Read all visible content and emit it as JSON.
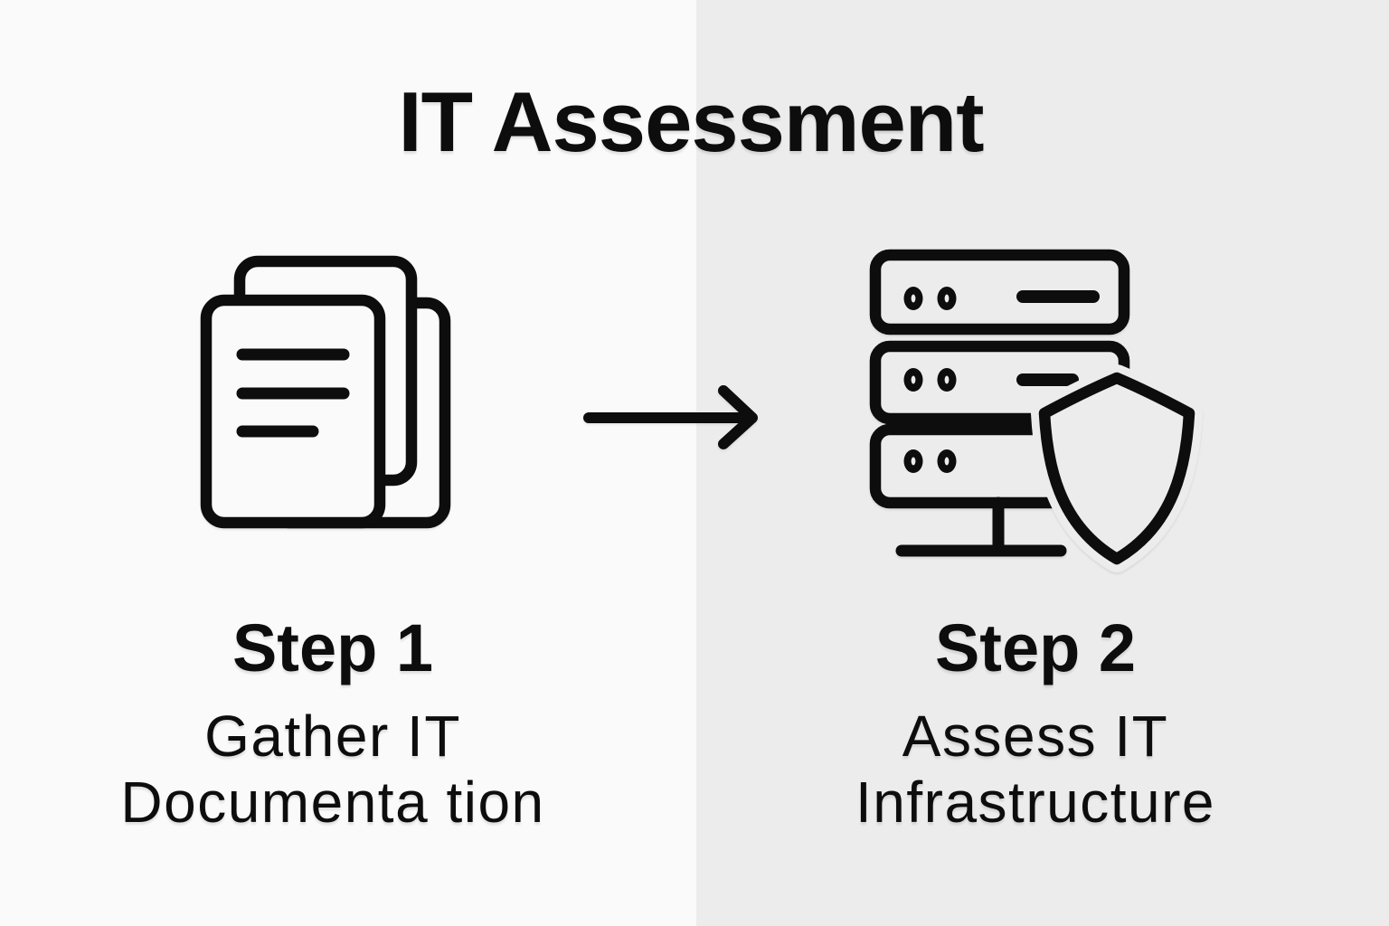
{
  "title": "IT Assessment",
  "colors": {
    "bg_left": "#fafafa",
    "bg_right": "#ececec",
    "ink": "#0d0d0d"
  },
  "steps": [
    {
      "label": "Step 1",
      "description": "Gather IT\nDocumenta tion",
      "icon": "documents-icon"
    },
    {
      "label": "Step 2",
      "description": "Assess IT\nInfrastructure",
      "icon": "server-shield-icon"
    }
  ],
  "connector": {
    "icon": "arrow-right-icon",
    "direction": "right"
  }
}
